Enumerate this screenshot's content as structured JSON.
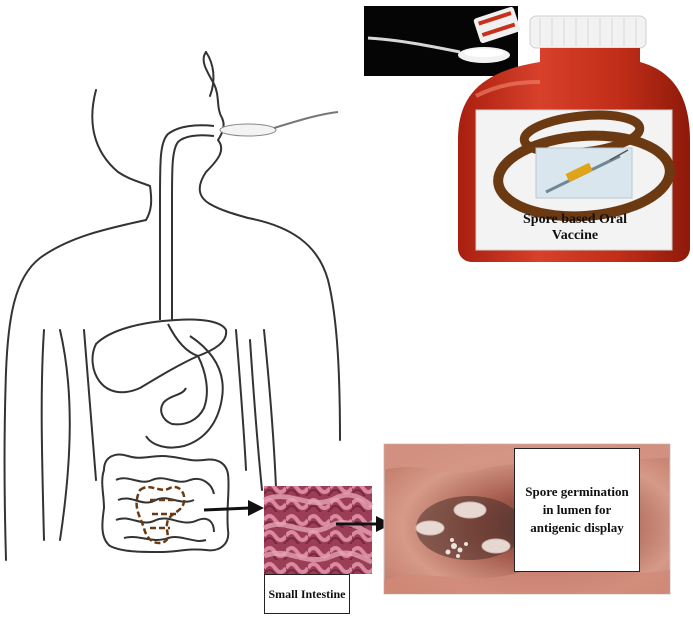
{
  "labels": {
    "vaccine": "Spore based Oral Vaccine",
    "small_intestine": "Small Intestine",
    "germination": "Spore germination in lumen for antigenic display"
  },
  "colors": {
    "bottle": "#c8301c",
    "bottle_cap": "#f2f2f2",
    "spore_ring": "#6b3a12",
    "intestine_tissue": "#b5526a",
    "lumen_tissue": "#c77a6c",
    "arrow": "#111111"
  }
}
